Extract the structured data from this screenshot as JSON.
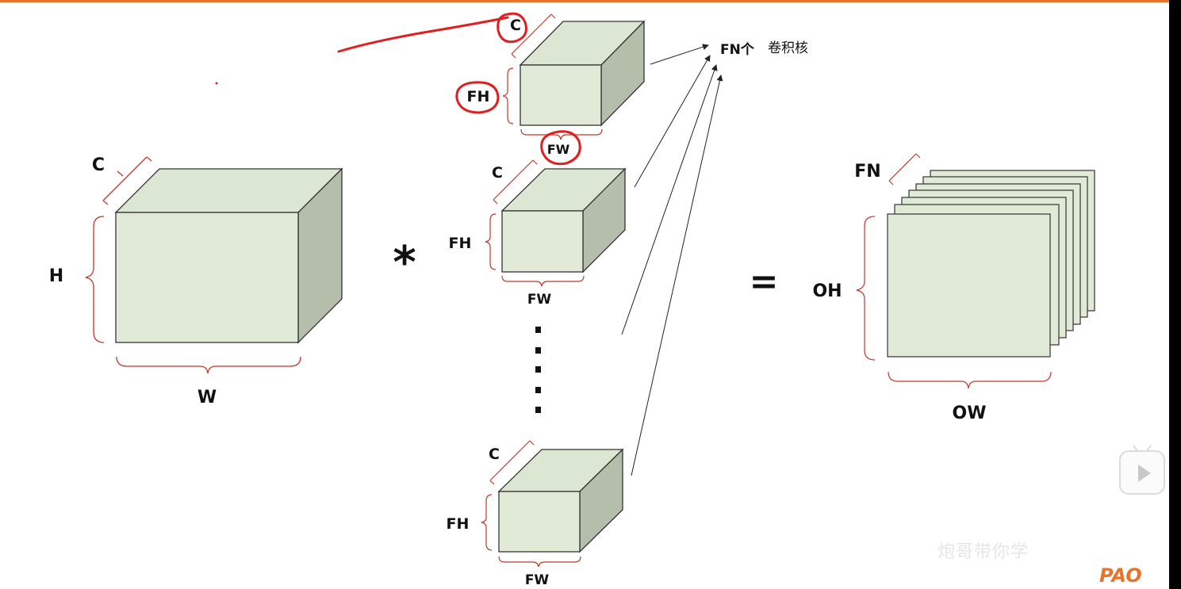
{
  "colors": {
    "accent_rule": "#e8742c",
    "box_front": "#e0ead7",
    "box_top": "#dce7d3",
    "box_side": "#b5bdab",
    "brace": "#c0392b",
    "annotation": "#e02020"
  },
  "input": {
    "c": "C",
    "h": "H",
    "w": "W"
  },
  "operator_conv": "*",
  "operator_eq": "=",
  "filters": [
    {
      "c": "C",
      "fh": "FH",
      "fw": "FW"
    },
    {
      "c": "C",
      "fh": "FH",
      "fw": "FW"
    },
    {
      "c": "C",
      "fh": "FH",
      "fw": "FW"
    }
  ],
  "ellipsis": "⋮",
  "filter_count_label": "FN个",
  "filter_caption": "卷积核",
  "output": {
    "fn": "FN",
    "oh": "OH",
    "ow": "OW"
  },
  "player": {
    "play_icon": "play-icon"
  },
  "watermark_text": "炮哥带你学",
  "logo_text": "PAO"
}
